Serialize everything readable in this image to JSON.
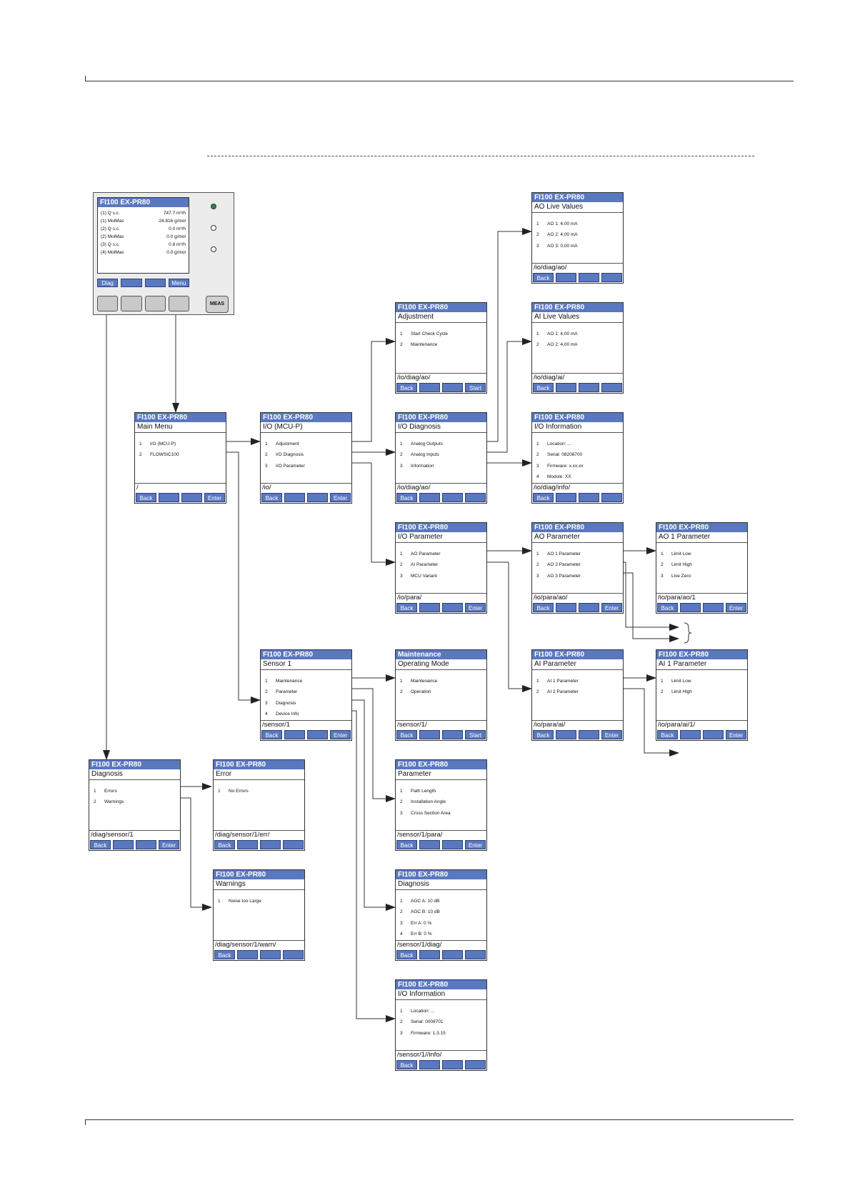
{
  "device": {
    "title": "FI100 EX-PR80",
    "rows": [
      {
        "label": "(1) Q s.c.",
        "value": "747.7 m³/h"
      },
      {
        "label": "(1) MolMas",
        "value": "24.816 g/mol"
      },
      {
        "label": "(2) Q s.c.",
        "value": "0.0 m³/h"
      },
      {
        "label": "(2) MolMas",
        "value": "0.0 g/mol"
      },
      {
        "label": "(3) Q s.c.",
        "value": "0.8 m³/h"
      },
      {
        "label": "(4) MolMas",
        "value": "0.0 g/mol"
      }
    ],
    "softkeys": [
      "Diag",
      "",
      "",
      "Menu"
    ],
    "meas_label": "MEAS"
  },
  "screens": {
    "main_menu": {
      "title": "FI100 EX-PR80",
      "subtitle": "Main Menu",
      "items": [
        {
          "n": "1",
          "t": "I/O (MCU-P)"
        },
        {
          "n": "2",
          "t": "FLOWSIC100"
        }
      ],
      "path": "/",
      "keys": [
        "Back",
        "",
        "",
        "Enter"
      ]
    },
    "io_mcup": {
      "title": "FI100 EX-PR80",
      "subtitle": "I/O (MCU-P)",
      "items": [
        {
          "n": "1",
          "t": "Adjustment"
        },
        {
          "n": "2",
          "t": "I/O Diagnosis"
        },
        {
          "n": "3",
          "t": "I/O Parameter"
        }
      ],
      "path": "/io/",
      "keys": [
        "Back",
        "",
        "",
        "Enter"
      ]
    },
    "adjustment": {
      "title": "FI100 EX-PR80",
      "subtitle": "Adjustment",
      "items": [
        {
          "n": "1",
          "t": "Start Check Cycle"
        },
        {
          "n": "2",
          "t": "Maintenance"
        }
      ],
      "path": "/io/diag/ao/",
      "keys": [
        "Back",
        "",
        "",
        "Start"
      ]
    },
    "io_diagnosis": {
      "title": "FI100 EX-PR80",
      "subtitle": "I/O Diagnosis",
      "items": [
        {
          "n": "1",
          "t": "Analog Outputs"
        },
        {
          "n": "2",
          "t": "Analog Inputs"
        },
        {
          "n": "3",
          "t": "Information"
        }
      ],
      "path": "/io/diag/ao/",
      "keys": [
        "Back",
        "",
        "",
        ""
      ]
    },
    "ao_live": {
      "title": "FI100 EX-PR80",
      "subtitle": "AO Live Values",
      "items": [
        {
          "n": "1",
          "t": "AO 1:  4,00 mA"
        },
        {
          "n": "2",
          "t": "AO 2:  4,00 mA"
        },
        {
          "n": "3",
          "t": "AO 3:  0,00 mA"
        }
      ],
      "path": "/io/diag/ao/",
      "keys": [
        "Back",
        "",
        "",
        ""
      ]
    },
    "ai_live": {
      "title": "FI100 EX-PR80",
      "subtitle": "AI Live Values",
      "items": [
        {
          "n": "1",
          "t": "AO 1:  4,00 mA"
        },
        {
          "n": "2",
          "t": "AO 2:  4,00 mA"
        }
      ],
      "path": "/io/diag/ai/",
      "keys": [
        "Back",
        "",
        "",
        ""
      ]
    },
    "io_info": {
      "title": "FI100 EX-PR80",
      "subtitle": "I/O Information",
      "items": [
        {
          "n": "1",
          "t": "Location: ..."
        },
        {
          "n": "2",
          "t": "Serial:  08208700"
        },
        {
          "n": "3",
          "t": "Firmware:   x.xx.xx"
        },
        {
          "n": "4",
          "t": "Module:  XX"
        }
      ],
      "path": "/io/diag/info/",
      "keys": [
        "Back",
        "",
        "",
        ""
      ]
    },
    "io_parameter": {
      "title": "FI100 EX-PR80",
      "subtitle": "I/O Parameter",
      "items": [
        {
          "n": "1",
          "t": "AO Parameter"
        },
        {
          "n": "2",
          "t": "AI Parameter"
        },
        {
          "n": "3",
          "t": "MCU Variant"
        }
      ],
      "path": "/io/para/",
      "keys": [
        "Back",
        "",
        "",
        "Enter"
      ]
    },
    "ao_parameter": {
      "title": "FI100 EX-PR80",
      "subtitle": "AO Parameter",
      "items": [
        {
          "n": "1",
          "t": "AO 1 Parameter"
        },
        {
          "n": "2",
          "t": "AO 2 Parameter"
        },
        {
          "n": "3",
          "t": "AO 3 Parameter"
        }
      ],
      "path": "/io/para/ao/",
      "keys": [
        "Back",
        "",
        "",
        "Enter"
      ]
    },
    "ao1_parameter": {
      "title": "FI100 EX-PR80",
      "subtitle": "AO 1 Parameter",
      "items": [
        {
          "n": "1",
          "t": "Limit Low"
        },
        {
          "n": "2",
          "t": "Limit High"
        },
        {
          "n": "3",
          "t": "Live Zero"
        }
      ],
      "path": "/io/para/ao/1",
      "keys": [
        "Back",
        "",
        "",
        "Enter"
      ]
    },
    "sensor1": {
      "title": "FI100 EX-PR80",
      "subtitle": "Sensor 1",
      "items": [
        {
          "n": "1",
          "t": "Maintenance"
        },
        {
          "n": "2",
          "t": "Parameter"
        },
        {
          "n": "3",
          "t": "Diagnosis"
        },
        {
          "n": "4",
          "t": "Device Info"
        }
      ],
      "path": "/sensor/1",
      "keys": [
        "Back",
        "",
        "",
        "Enter"
      ]
    },
    "maintenance": {
      "title": "Maintenance",
      "subtitle": "Operating Mode",
      "items": [
        {
          "n": "1",
          "t": "Maintenance"
        },
        {
          "n": "2",
          "t": "Operation"
        }
      ],
      "path": "/sensor/1/",
      "keys": [
        "Back",
        "",
        "",
        "Start"
      ]
    },
    "ai_parameter": {
      "title": "FI100 EX-PR80",
      "subtitle": "AI Parameter",
      "items": [
        {
          "n": "1",
          "t": "AI 1 Parameter"
        },
        {
          "n": "2",
          "t": "AI 2 Parameter"
        }
      ],
      "path": "/io/para/ai/",
      "keys": [
        "Back",
        "",
        "",
        "Enter"
      ]
    },
    "ai1_parameter": {
      "title": "FI100 EX-PR80",
      "subtitle": "AI 1 Parameter",
      "items": [
        {
          "n": "1",
          "t": "Limit Low"
        },
        {
          "n": "2",
          "t": "Limit High"
        }
      ],
      "path": "/io/para/ai/1/",
      "keys": [
        "Back",
        "",
        "",
        "Enter"
      ]
    },
    "diagnosis": {
      "title": "FI100 EX-PR80",
      "subtitle": "Diagnosis",
      "items": [
        {
          "n": "1",
          "t": "Errors"
        },
        {
          "n": "2",
          "t": "Warnings"
        }
      ],
      "path": "/diag/sensor/1",
      "keys": [
        "Back",
        "",
        "",
        "Enter"
      ]
    },
    "error": {
      "title": "FI100 EX-PR80",
      "subtitle": "Error",
      "items": [
        {
          "n": "1",
          "t": "No Errors"
        }
      ],
      "path": "/diag/sensor/1/err/",
      "keys": [
        "Back",
        "",
        "",
        ""
      ]
    },
    "parameter": {
      "title": "FI100 EX-PR80",
      "subtitle": "Parameter",
      "items": [
        {
          "n": "1",
          "t": "Path Length"
        },
        {
          "n": "2",
          "t": "Installation Angle"
        },
        {
          "n": "3",
          "t": "Cross Section Area"
        }
      ],
      "path": "/sensor/1/para/",
      "keys": [
        "Back",
        "",
        "",
        "Enter"
      ]
    },
    "warnings": {
      "title": "FI100 EX-PR80",
      "subtitle": "Warnings",
      "items": [
        {
          "n": "1",
          "t": "Noise too Large"
        }
      ],
      "path": "/diag/sensor/1/warn/",
      "keys": [
        "Back",
        "",
        "",
        ""
      ]
    },
    "sensor_diagnosis": {
      "title": "FI100 EX-PR80",
      "subtitle": "Diagnosis",
      "items": [
        {
          "n": "1",
          "t": "AGC A:  10 dB"
        },
        {
          "n": "2",
          "t": "AGC B:  10 dB"
        },
        {
          "n": "3",
          "t": "Err A:       0 %"
        },
        {
          "n": "4",
          "t": "Err B:       0 %"
        }
      ],
      "path": "/sensor/1/diag/",
      "keys": [
        "Back",
        "",
        "",
        ""
      ]
    },
    "sensor_info": {
      "title": "FI100 EX-PR80",
      "subtitle": "I/O Information",
      "items": [
        {
          "n": "1",
          "t": "Location: ..."
        },
        {
          "n": "2",
          "t": "Serial:  0008701"
        },
        {
          "n": "3",
          "t": "Firmware:   1.3.15"
        }
      ],
      "path": "/sensor/1//info/",
      "keys": [
        "Back",
        "",
        "",
        ""
      ]
    }
  }
}
